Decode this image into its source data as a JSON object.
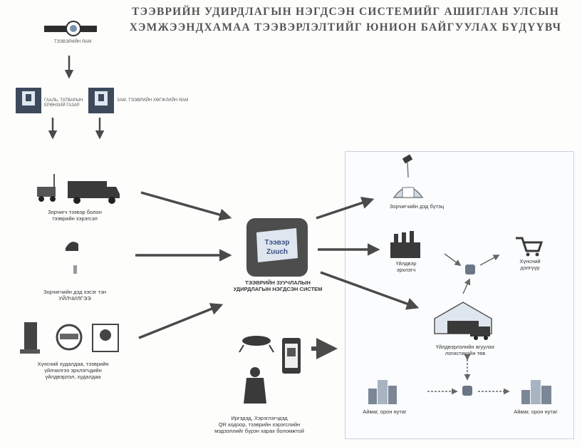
{
  "title": {
    "line1": "ТЭЭВРИЙН УДИРДЛАГЫН НЭГДСЭН СИСТЕМИЙГ АШИГЛАН УЛСЫН",
    "line2": "ХЭМЖЭЭНДХАМАА ТЭЭВЭРЛЭЛТИЙГ ЮНИОН БАЙГУУЛАХ БҮДҮҮВЧ"
  },
  "top": {
    "logo_caption": "ТЭЭВЭРИЙН ЯАМ",
    "left_org_caption": "ГААЛЬ, ТАТВАРЫН ЕРӨНХИЙ ГАЗАР",
    "right_org_caption": "ЗАМ, ТЭЭВРИЙН ХӨГЖЛИЙН ЯАМ"
  },
  "left": {
    "transport_label_1": "Зорчигч тээвэр болон",
    "transport_label_2": "тээврийн хэрэгсэл",
    "person_label_1": "Зорчигчийн дэд хэсэг тэн",
    "person_label_2": "УЙЛЧИЛГЭЭ",
    "business_label_1": "Хүнсний худалдаа, тээврийн",
    "business_label_2": "үйлчилгээ эрхлэгчдийн",
    "business_label_3": "үйлдвэрлэл, худалдаа"
  },
  "center": {
    "app_icon_text_1": "Тээвэр",
    "app_icon_text_2": "Zuuch",
    "system_label_1": "ТЭЭВРИЙН ЗУУЧЛАЛЫН",
    "system_label_2": "УДИРДЛАГЫН НЭГДСЭН СИСТЕМ"
  },
  "bottom_center": {
    "label_1": "Иргэдэд, Хэрэглэгчдэд",
    "label_2": "QR кодоор, тээврийн хэрэгслийн",
    "label_3": "мэдээллийг бүрэн харах боломжтой"
  },
  "right_panel": {
    "yurt_label": "Зорчигчийн дэд бүтэц",
    "factory_label_1": "Үйлдвэр",
    "factory_label_2": "эрхлэгч",
    "cart_label_1": "Хүнсний",
    "cart_label_2": "дэлгүүр",
    "warehouse_label_1": "Үйлдвэрлэлийн агуулах",
    "warehouse_label_2": "логистикийн төв",
    "city_left_label": "Аймаг, орон нутаг",
    "city_right_label": "Аймаг, орон нутаг"
  },
  "colors": {
    "arrow": "#4a4a4a",
    "icon_dark": "#3a3a3a",
    "app_bg": "#4d4d4d",
    "app_icon": "#dfe6ef",
    "panel_border": "#c9d2dc",
    "node": "#6b7785"
  }
}
